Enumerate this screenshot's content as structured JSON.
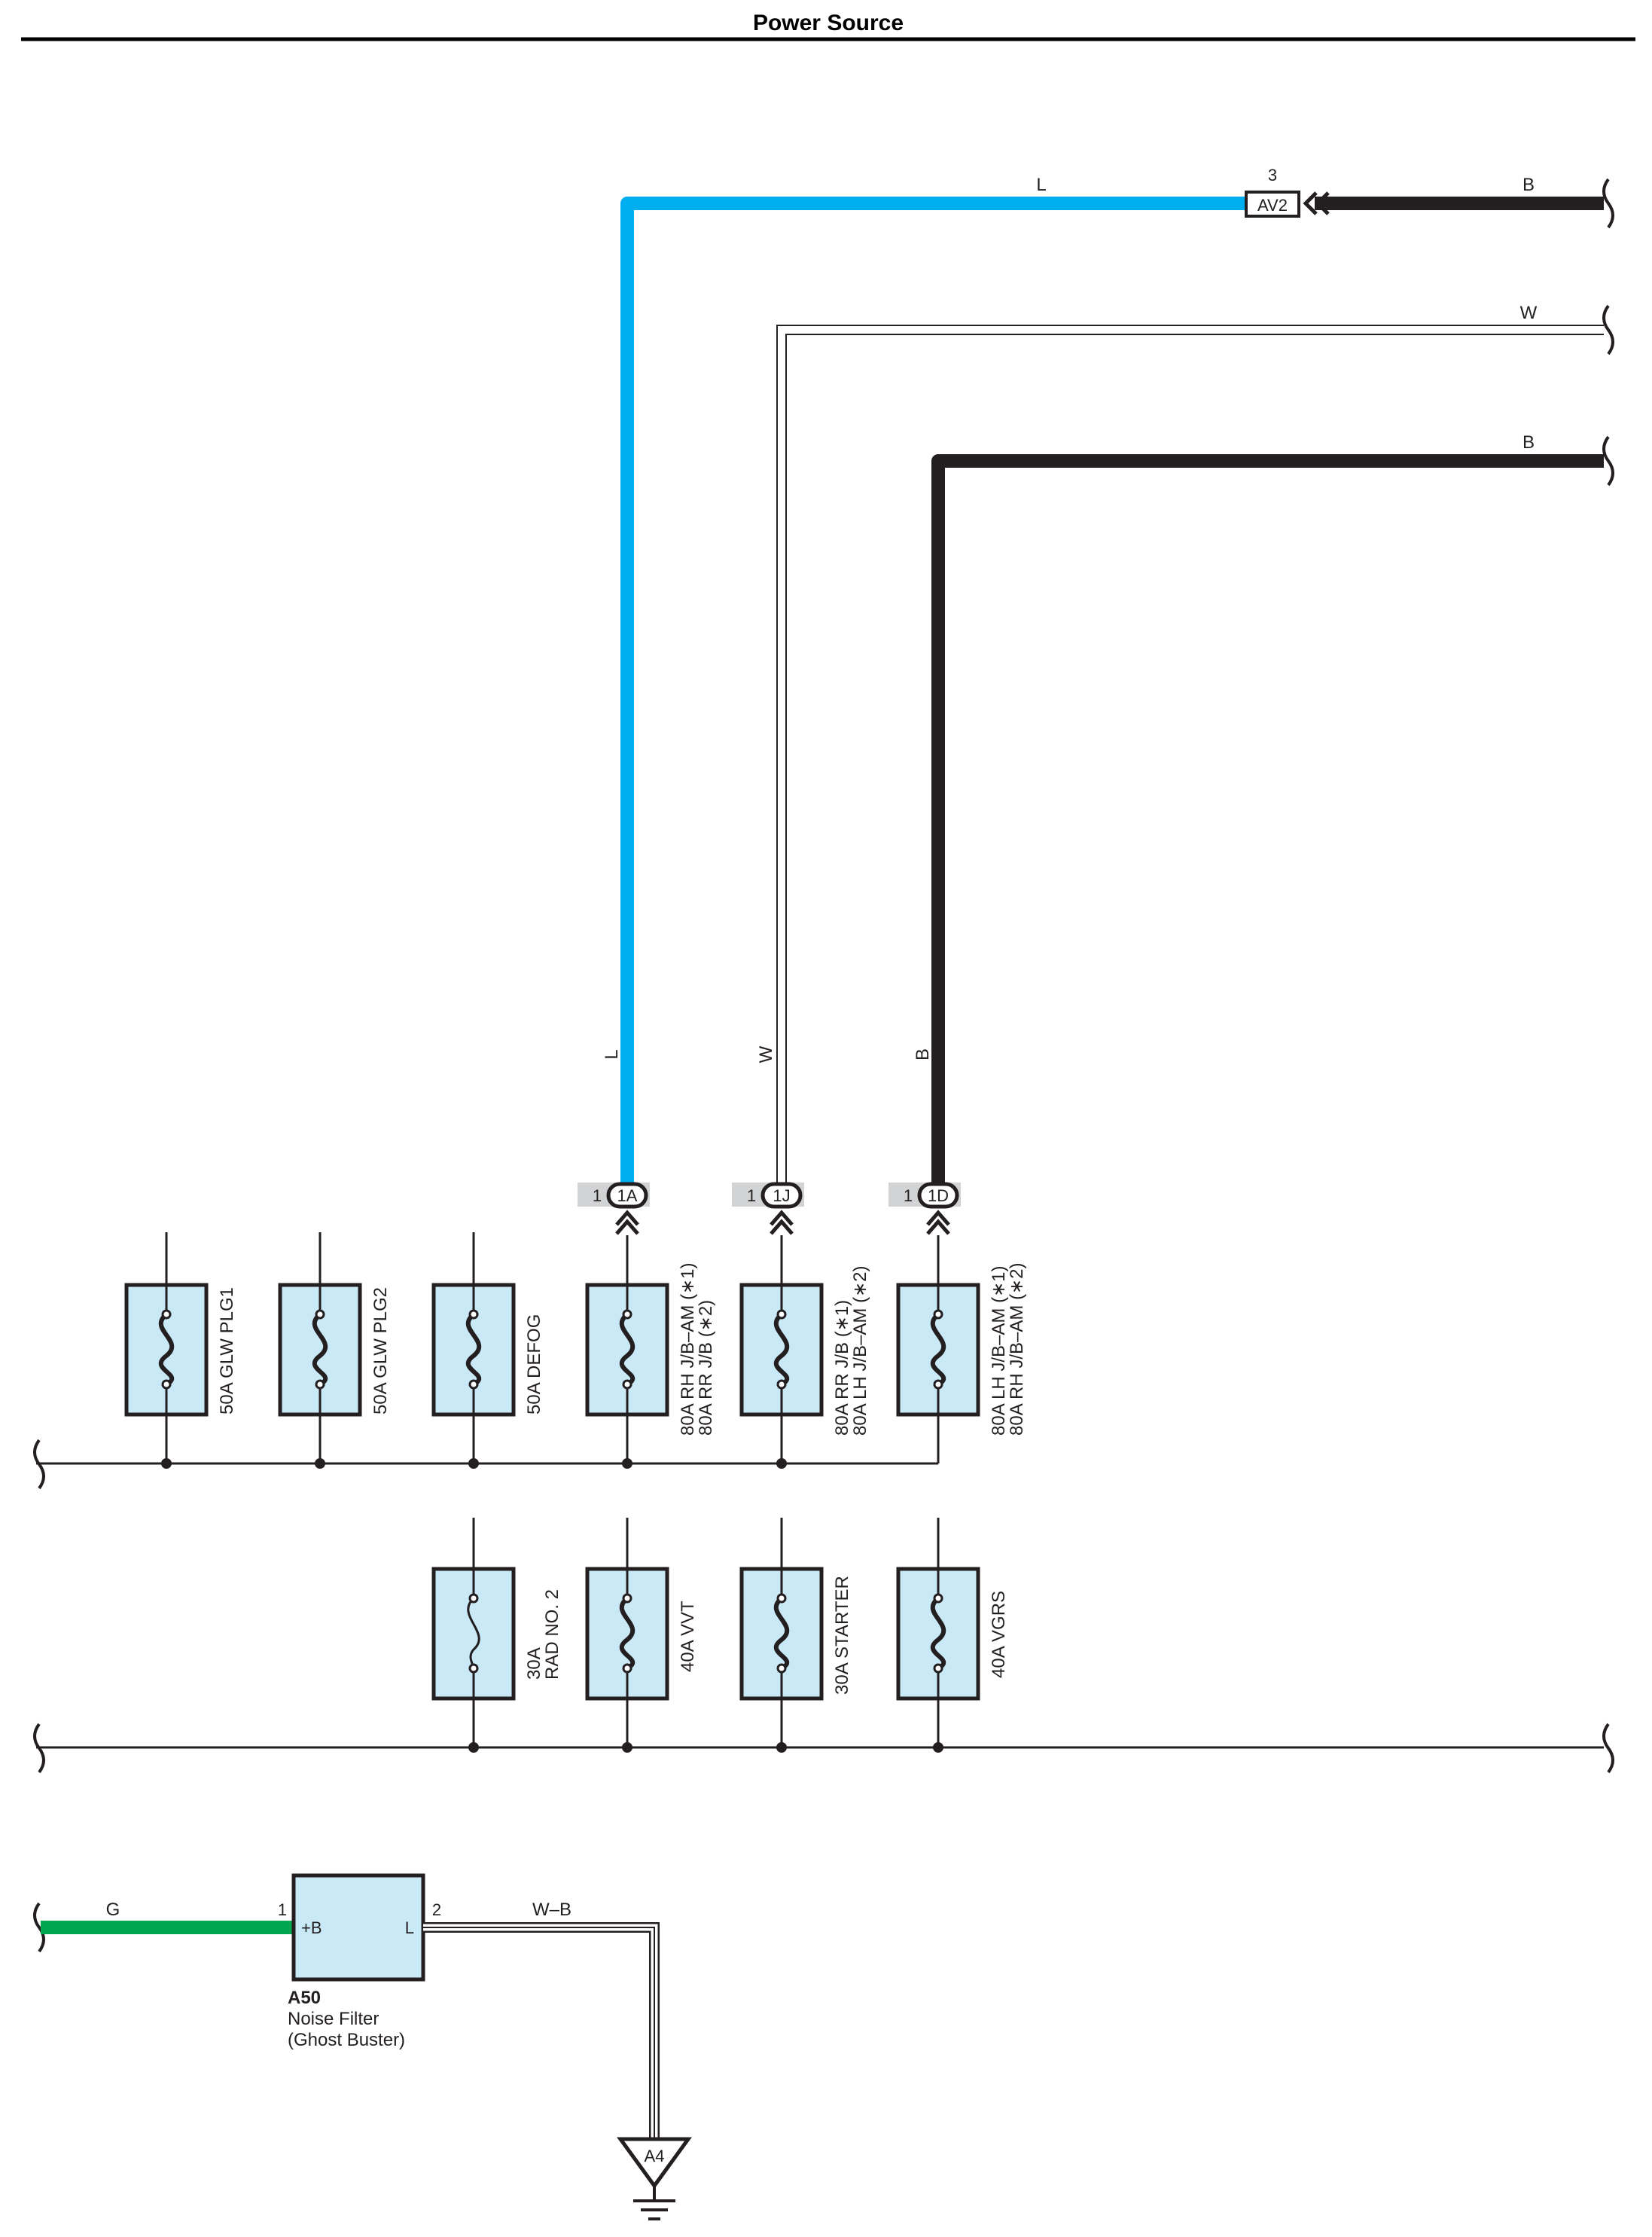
{
  "title": "Power Source",
  "colors": {
    "wire_L": "#00aeef",
    "wire_B": "#231f20",
    "wire_G": "#00a651",
    "fuse_fill": "#c9e9f7",
    "connector_tag": "#d1d3d4"
  },
  "wires": {
    "top_L": "L",
    "top_B1": "B",
    "top_W": "W",
    "top_B2": "B",
    "vert_L": "L",
    "vert_W": "W",
    "vert_B": "B",
    "noise_in": "G",
    "noise_out": "W–B"
  },
  "connector_av2": {
    "pin": "3",
    "label": "AV2"
  },
  "connectors": [
    {
      "pin": "1",
      "label": "1A"
    },
    {
      "pin": "1",
      "label": "1J"
    },
    {
      "pin": "1",
      "label": "1D"
    }
  ],
  "fuses_row1": [
    {
      "lines": [
        "50A GLW PLG1"
      ]
    },
    {
      "lines": [
        "50A GLW PLG2"
      ]
    },
    {
      "lines": [
        "50A DEFOG"
      ]
    },
    {
      "lines": [
        "80A RH J/B–AM (∗1)",
        "80A RR J/B (∗2)"
      ]
    },
    {
      "lines": [
        "80A RR J/B (∗1)",
        "80A LH J/B–AM (∗2)"
      ]
    },
    {
      "lines": [
        "80A LH J/B–AM (∗1)",
        "80A RH J/B–AM (∗2)"
      ]
    }
  ],
  "fuses_row2": [
    {
      "lines": [
        "30A",
        "RAD NO. 2"
      ]
    },
    {
      "lines": [
        "40A VVT"
      ]
    },
    {
      "lines": [
        "30A STARTER"
      ]
    },
    {
      "lines": [
        "40A VGRS"
      ]
    }
  ],
  "noise_filter": {
    "pin_in": "1",
    "pin_out": "2",
    "term_in": "+B",
    "term_out": "L",
    "code": "A50",
    "name_line1": "Noise Filter",
    "name_line2": "(Ghost Buster)"
  },
  "ground": {
    "label": "A4"
  }
}
